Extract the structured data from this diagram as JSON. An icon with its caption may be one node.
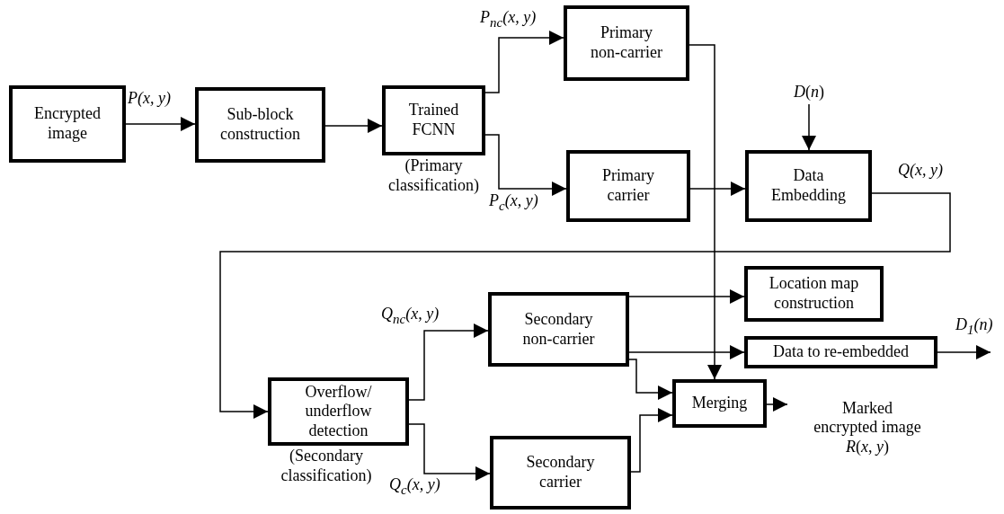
{
  "diagram": {
    "nodes": [
      {
        "text": [
          "Encrypted image"
        ]
      },
      {
        "text": [
          "Sub-block construction"
        ]
      },
      {
        "text": [
          "Trained FCNN"
        ],
        "beside": [
          "(Primary classification)"
        ]
      },
      {
        "text": [
          "Primary non-carrier"
        ]
      },
      {
        "text": [
          "Primary carrier"
        ]
      },
      {
        "text": [
          "Data Embedding"
        ]
      },
      {
        "text": [
          "Location map construction"
        ]
      },
      {
        "text": [
          "Overflow/ underflow detection"
        ],
        "beside": [
          "(Secondary classification)"
        ]
      },
      {
        "text": [
          "Secondary non-carrier"
        ]
      },
      {
        "text": [
          "Secondary carrier"
        ]
      },
      {
        "text": [
          "Data to re-embedded"
        ]
      },
      {
        "text": [
          "Merging"
        ]
      },
      {
        "text": [
          "Marked encrypted image",
          "*R*(*x*, *y*)"
        ]
      },
      {
        "text": [
          "*D*(*n*)"
        ]
      }
    ],
    "edges": [
      {
        "from": 0,
        "to": 1,
        "arrow": "to",
        "label": "*P*(*x*, *y*)"
      },
      {
        "from": 1,
        "to": 2,
        "arrow": "to"
      },
      {
        "from": 2,
        "to": 3,
        "arrow": "to",
        "label": "*P*$_{nc}$(*x*, *y*)"
      },
      {
        "from": 2,
        "to": 4,
        "arrow": "to",
        "label": "*P*$_{c}$(*x*, *y*)"
      },
      {
        "from": 4,
        "to": 5,
        "arrow": "to"
      },
      {
        "from": 13,
        "to": 5,
        "arrow": "to"
      },
      {
        "from": 5,
        "to": 7,
        "arrow": "to",
        "label": "*Q*(*x*, *y*)"
      },
      {
        "from": 3,
        "to": 11,
        "arrow": "to"
      },
      {
        "from": 7,
        "to": 8,
        "arrow": "to",
        "label": "*Q*$_{nc}$(*x*, *y*)"
      },
      {
        "from": 7,
        "to": 9,
        "arrow": "to",
        "label": "*Q*$_{c}$(*x*, *y*)"
      },
      {
        "from": 8,
        "to": 6,
        "arrow": "to"
      },
      {
        "from": 8,
        "to": 10,
        "arrow": "to"
      },
      {
        "from": 8,
        "to": 11,
        "arrow": "to"
      },
      {
        "from": 9,
        "to": 11,
        "arrow": "to"
      },
      {
        "from": 11,
        "to": 12,
        "arrow": "to"
      },
      {
        "from": 10,
        "to": null,
        "arrow": "to",
        "label": "*D*$_{1}$(*n*)"
      }
    ]
  }
}
